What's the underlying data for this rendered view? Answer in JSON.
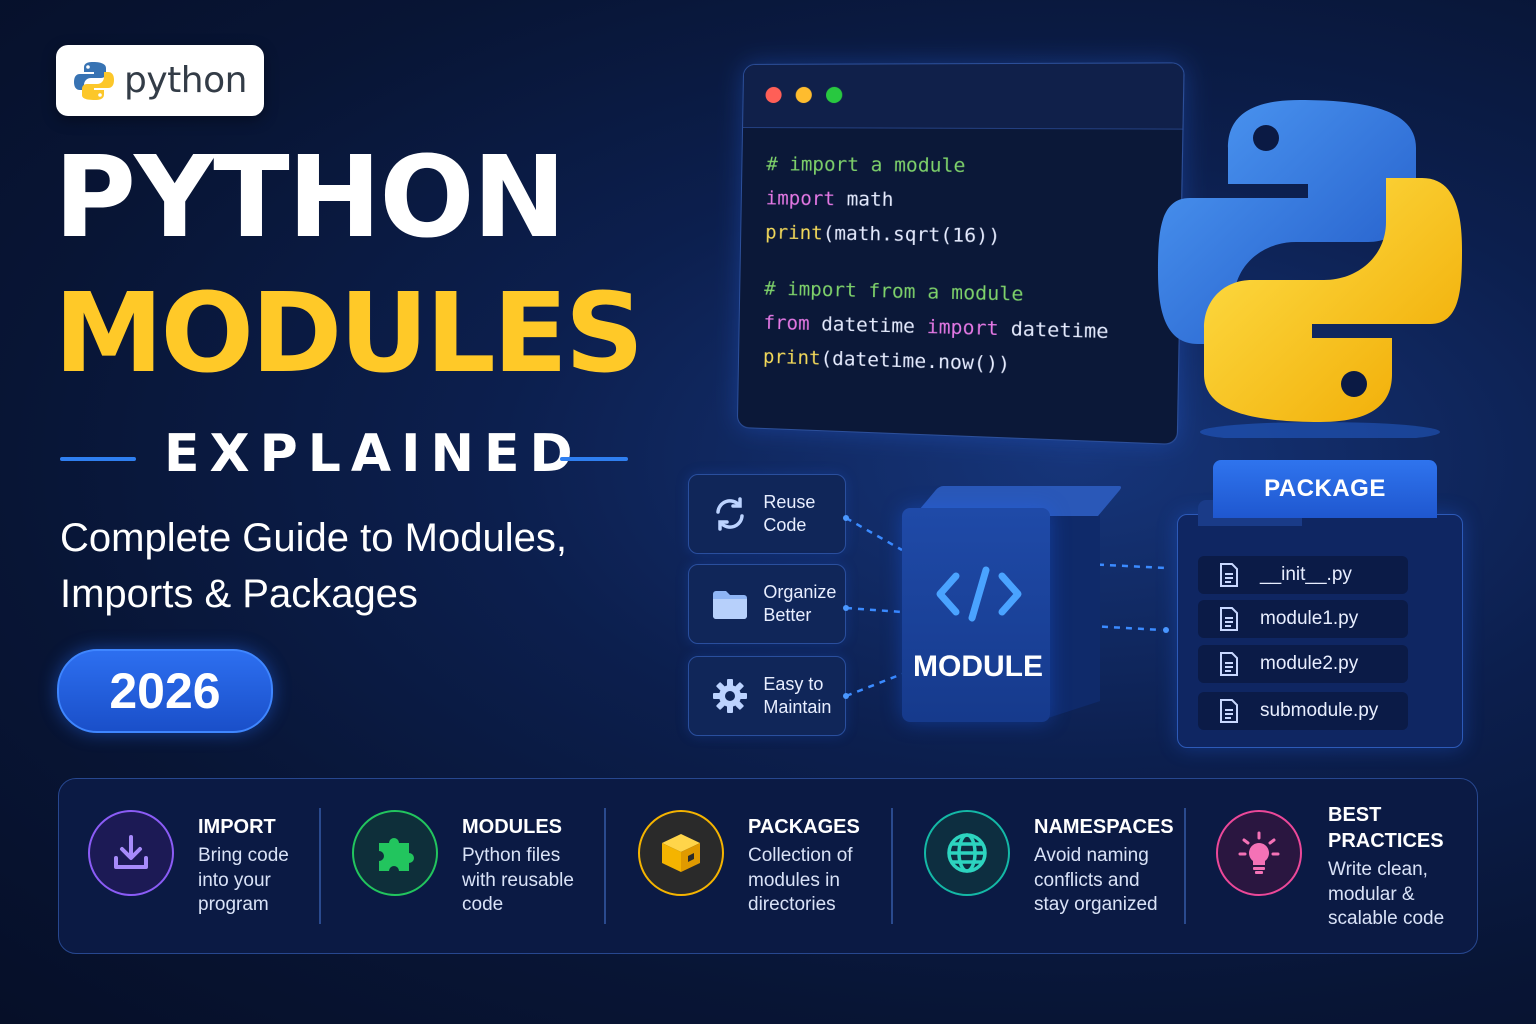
{
  "logo": {
    "text": "python"
  },
  "title": {
    "line1": "PYTHON",
    "line2": "MODULES",
    "line3": "EXPLAINED"
  },
  "subtitle": {
    "line1": "Complete Guide to Modules,",
    "line2": "Imports & Packages"
  },
  "year": "2026",
  "colors": {
    "accent_yellow": "#ffc928",
    "accent_blue": "#2f7ff0",
    "background": "#081535"
  },
  "code": {
    "comment1": "# import a module",
    "l2_kw": "import",
    "l2_rest": " math",
    "l3_fn": "print",
    "l3_rest": "(math.sqrt(16))",
    "comment2": "# import from a module",
    "l5_kw1": "from",
    "l5_mid": " datetime ",
    "l5_kw2": "import",
    "l5_rest": " datetime",
    "l6_fn": "print",
    "l6_rest": "(datetime.now())"
  },
  "features": [
    {
      "icon": "refresh-icon",
      "line1": "Reuse",
      "line2": "Code"
    },
    {
      "icon": "folder-icon",
      "line1": "Organize",
      "line2": "Better"
    },
    {
      "icon": "gear-icon",
      "line1": "Easy to",
      "line2": "Maintain"
    }
  ],
  "module": {
    "icon": "code-icon",
    "label": "MODULE"
  },
  "package": {
    "label": "PACKAGE",
    "files": [
      "__init__.py",
      "module1.py",
      "module2.py",
      "submodule.py"
    ]
  },
  "bottom": [
    {
      "icon": "download-icon",
      "color": "#8b5cf6",
      "title": "IMPORT",
      "desc": [
        "Bring code",
        "into your",
        "program"
      ]
    },
    {
      "icon": "puzzle-icon",
      "color": "#22c55e",
      "title": "MODULES",
      "desc": [
        "Python files",
        "with reusable",
        "code"
      ]
    },
    {
      "icon": "box-icon",
      "color": "#f5b400",
      "title": "PACKAGES",
      "desc": [
        "Collection of",
        "modules in",
        "directories"
      ]
    },
    {
      "icon": "globe-icon",
      "color": "#14b8a6",
      "title": "NAMESPACES",
      "desc": [
        "Avoid naming",
        "conflicts and",
        "stay organized"
      ]
    },
    {
      "icon": "lightbulb-icon",
      "color": "#ec4899",
      "title_lines": [
        "BEST",
        "PRACTICES"
      ],
      "desc": [
        "Write clean,",
        "modular &",
        "scalable code"
      ]
    }
  ]
}
